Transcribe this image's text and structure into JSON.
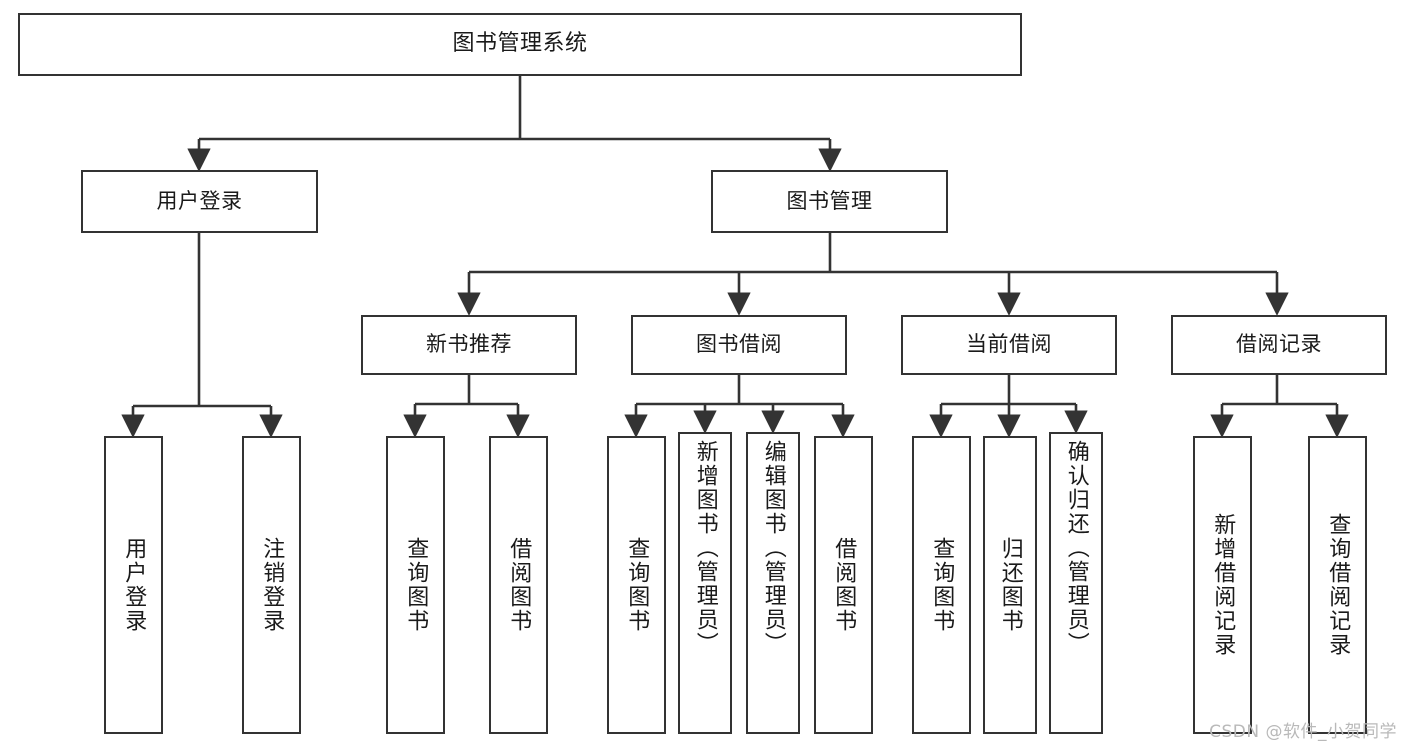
{
  "diagram": {
    "title": "图书管理系统",
    "type": "tree",
    "orientation": "top-down",
    "colors": {
      "background": "#ffffff",
      "node_border": "#333333",
      "node_fill": "#ffffff",
      "edge": "#333333",
      "text": "#1a1a1a",
      "watermark": "#b9b9b9"
    },
    "nodes": {
      "root": {
        "label": "图书管理系统"
      },
      "level1": [
        {
          "label": "用户登录"
        },
        {
          "label": "图书管理"
        }
      ],
      "level2": [
        {
          "label": "新书推荐"
        },
        {
          "label": "图书借阅"
        },
        {
          "label": "当前借阅"
        },
        {
          "label": "借阅记录"
        }
      ],
      "leaves": {
        "user_login": [
          {
            "label": "用户登录"
          },
          {
            "label": "注销登录"
          }
        ],
        "new_book_recommend": [
          {
            "label": "查询图书"
          },
          {
            "label": "借阅图书"
          }
        ],
        "book_borrow": [
          {
            "label": "查询图书"
          },
          {
            "label": "新增图书（管理员）"
          },
          {
            "label": "编辑图书（管理员）"
          },
          {
            "label": "借阅图书"
          }
        ],
        "current_borrow": [
          {
            "label": "查询图书"
          },
          {
            "label": "归还图书"
          },
          {
            "label": "确认归还（管理员）"
          }
        ],
        "borrow_record": [
          {
            "label": "新增借阅记录"
          },
          {
            "label": "查询借阅记录"
          }
        ]
      }
    },
    "watermark": "CSDN @软件_小贺同学"
  }
}
